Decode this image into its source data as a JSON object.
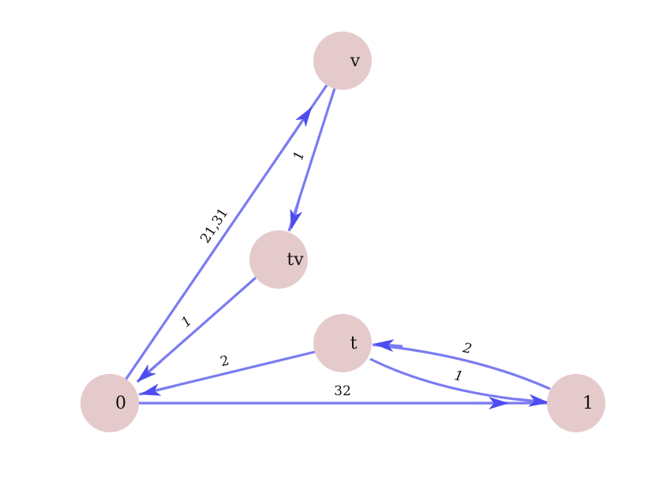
{
  "colors": {
    "node_fill": "#e5cacc",
    "edge": "#7b7bf2",
    "arrow": "#4d4df0"
  },
  "nodes": {
    "v": "v",
    "tv": "tv",
    "t": "t",
    "n0": "0",
    "n1": "1"
  },
  "edges": {
    "e_0_v": "21,31",
    "e_v_tv": "1",
    "e_tv_0": "1",
    "e_t_0": "2",
    "e_0_1": "32",
    "e_t_1": "1",
    "e_1_t": "2"
  }
}
